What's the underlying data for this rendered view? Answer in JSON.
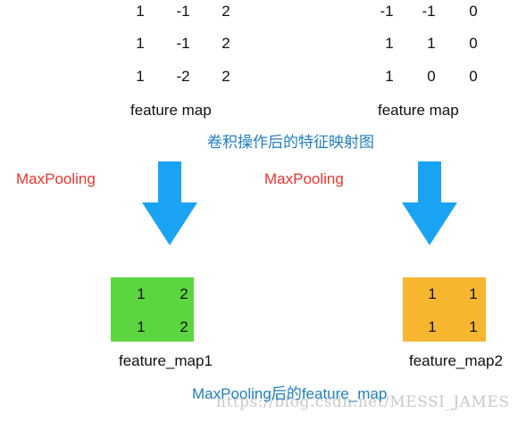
{
  "left_matrix": {
    "rows": [
      [
        "1",
        "-1",
        "2"
      ],
      [
        "1",
        "-1",
        "2"
      ],
      [
        "1",
        "-2",
        "2"
      ]
    ],
    "caption": "feature map"
  },
  "right_matrix": {
    "rows": [
      [
        "-1",
        "-1",
        "0"
      ],
      [
        "1",
        "1",
        "0"
      ],
      [
        "1",
        "0",
        "0"
      ]
    ],
    "caption": "feature map"
  },
  "conv_caption": "卷积操作后的特征映射图",
  "left_op_label": "MaxPooling",
  "right_op_label": "MaxPooling",
  "left_pooled": {
    "rows": [
      [
        "1",
        "2"
      ],
      [
        "1",
        "2"
      ]
    ],
    "caption": "feature_map1",
    "color": "#5cd63e"
  },
  "right_pooled": {
    "rows": [
      [
        "1",
        "1"
      ],
      [
        "1",
        "1"
      ]
    ],
    "caption": "feature_map2",
    "color": "#f6b62f"
  },
  "pool_caption": "MaxPooling后的feature_map",
  "watermark": "https://blog.csdn.net/MESSI_JAMES",
  "colors": {
    "arrow": "#1aa3f2",
    "op_label": "#e8352c",
    "caption_blue": "#1e7fc0"
  }
}
